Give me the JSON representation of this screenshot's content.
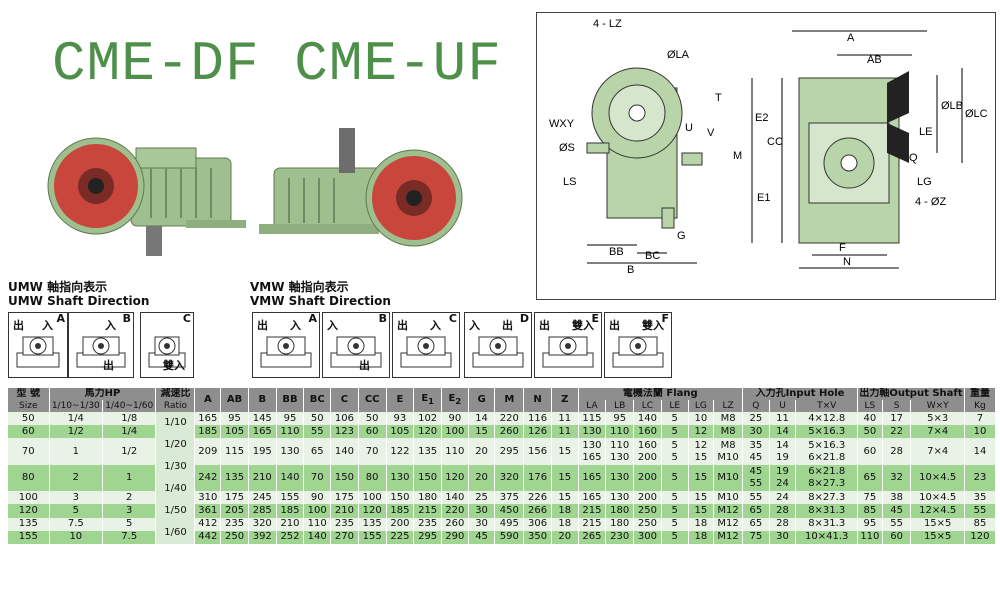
{
  "title": "CME-DF CME-UF",
  "shaft_direction": {
    "umw_label_cn": "UMW 軸指向表示",
    "umw_label_en": "UMW Shaft Direction",
    "vmw_label_cn": "VMW 軸指向表示",
    "vmw_label_en": "VMW Shaft Direction",
    "boxes": [
      {
        "letter": "A",
        "out": "出",
        "in": "入",
        "double": ""
      },
      {
        "letter": "B",
        "out": "",
        "in": "入",
        "double": "出"
      },
      {
        "letter": "C",
        "out": "",
        "in": "",
        "double": "雙入"
      },
      {
        "letter": "A",
        "out": "出",
        "in": "入",
        "double": ""
      },
      {
        "letter": "B",
        "out": "入",
        "in": "",
        "double": "出"
      },
      {
        "letter": "C",
        "out": "出",
        "in": "入",
        "double": ""
      },
      {
        "letter": "D",
        "out": "入",
        "in": "出",
        "double": ""
      },
      {
        "letter": "E",
        "out": "出",
        "in": "雙入",
        "double": ""
      },
      {
        "letter": "F",
        "out": "出",
        "in": "雙入",
        "double": ""
      }
    ]
  },
  "diagram_labels": {
    "lz": "4 - LZ",
    "la": "ØLA",
    "wxy": "WXY",
    "t": "T",
    "s": "ØS",
    "u": "U",
    "v": "V",
    "ls": "LS",
    "bb": "BB",
    "bc": "BC",
    "b": "B",
    "g": "G",
    "m": "M",
    "a": "A",
    "ab": "AB",
    "e2": "E2",
    "cc": "CC",
    "e1": "E1",
    "lb": "ØLB",
    "lc": "ØLC",
    "le": "LE",
    "q": "Q",
    "lg": "LG",
    "z": "4 - ØZ",
    "f": "F",
    "n": "N"
  },
  "table": {
    "header1": [
      "型 號",
      "馬力HP",
      "減速比",
      "A",
      "AB",
      "B",
      "BB",
      "BC",
      "C",
      "CC",
      "E",
      "E",
      "F",
      "G",
      "M",
      "N",
      "Z",
      "電機法蘭 Flang",
      "入力孔Input Hole",
      "出力軸Output Shaft",
      "重量"
    ],
    "header2": [
      "Size",
      "1/10~1/30",
      "1/40~1/60",
      "Ratio",
      "LA",
      "LB",
      "LC",
      "LE",
      "LG",
      "LZ",
      "Q",
      "U",
      "T×V",
      "LS",
      "S",
      "W×Y",
      "Kg"
    ],
    "e1_sub": "1",
    "e2_sub": "2",
    "ratios": [
      "1/10",
      "1/20",
      "1/30",
      "1/40",
      "1/50",
      "1/60"
    ],
    "rows": [
      {
        "style": "a",
        "cells": [
          "50",
          "1/4",
          "1/8",
          "165",
          "95",
          "145",
          "95",
          "50",
          "106",
          "50",
          "93",
          "102",
          "90",
          "14",
          "220",
          "116",
          "11",
          "115",
          "95",
          "140",
          "5",
          "10",
          "M8",
          "25",
          "11",
          "4×12.8",
          "40",
          "17",
          "5×3",
          "7"
        ]
      },
      {
        "style": "b",
        "cells": [
          "60",
          "1/2",
          "1/4",
          "185",
          "105",
          "165",
          "110",
          "55",
          "123",
          "60",
          "105",
          "120",
          "100",
          "15",
          "260",
          "126",
          "11",
          "130",
          "110",
          "160",
          "5",
          "12",
          "M8",
          "30",
          "14",
          "5×16.3",
          "50",
          "22",
          "7×4",
          "10"
        ]
      },
      {
        "style": "a",
        "cells": [
          "70",
          "1",
          "1/2",
          "209",
          "115",
          "195",
          "130",
          "65",
          "140",
          "70",
          "122",
          "135",
          "110",
          "20",
          "295",
          "156",
          "15",
          "130|165",
          "110|130",
          "160|200",
          "5|5",
          "12|15",
          "M8|M10",
          "35|45",
          "14|19",
          "5×16.3|6×21.8",
          "60",
          "28",
          "7×4",
          "14"
        ]
      },
      {
        "style": "b",
        "cells": [
          "80",
          "2",
          "1",
          "242",
          "135",
          "210",
          "140",
          "70",
          "150",
          "80",
          "130",
          "150",
          "120",
          "20",
          "320",
          "176",
          "15",
          "165",
          "130",
          "200",
          "5",
          "15",
          "M10",
          "45|55",
          "19|24",
          "6×21.8|8×27.3",
          "65",
          "32",
          "10×4.5",
          "23"
        ]
      },
      {
        "style": "a",
        "cells": [
          "100",
          "3",
          "2",
          "310",
          "175",
          "245",
          "155",
          "90",
          "175",
          "100",
          "150",
          "180",
          "140",
          "25",
          "375",
          "226",
          "15",
          "165",
          "130",
          "200",
          "5",
          "15",
          "M10",
          "55",
          "24",
          "8×27.3",
          "75",
          "38",
          "10×4.5",
          "35"
        ]
      },
      {
        "style": "b",
        "cells": [
          "120",
          "5",
          "3",
          "361",
          "205",
          "285",
          "185",
          "100",
          "210",
          "120",
          "185",
          "215",
          "220",
          "30",
          "450",
          "266",
          "18",
          "215",
          "180",
          "250",
          "5",
          "15",
          "M12",
          "65",
          "28",
          "8×31.3",
          "85",
          "45",
          "12×4.5",
          "55"
        ]
      },
      {
        "style": "a",
        "cells": [
          "135",
          "7.5",
          "5",
          "412",
          "235",
          "320",
          "210",
          "110",
          "235",
          "135",
          "200",
          "235",
          "260",
          "30",
          "495",
          "306",
          "18",
          "215",
          "180",
          "250",
          "5",
          "18",
          "M12",
          "65",
          "28",
          "8×31.3",
          "95",
          "55",
          "15×5",
          "85"
        ]
      },
      {
        "style": "b",
        "cells": [
          "155",
          "10",
          "7.5",
          "442",
          "250",
          "392",
          "252",
          "140",
          "270",
          "155",
          "225",
          "295",
          "290",
          "45",
          "590",
          "350",
          "20",
          "265",
          "230",
          "300",
          "5",
          "18",
          "M12",
          "75",
          "30",
          "10×41.3",
          "110",
          "60",
          "15×5",
          "120"
        ]
      }
    ]
  },
  "colors": {
    "accent_green": "#4e8f4a",
    "row_light": "#e8f3e5",
    "row_dark": "#9fd591",
    "header_gray": "#8e8e8e",
    "housing_green": "#b8d4a8",
    "flange_red": "#c9463d"
  }
}
